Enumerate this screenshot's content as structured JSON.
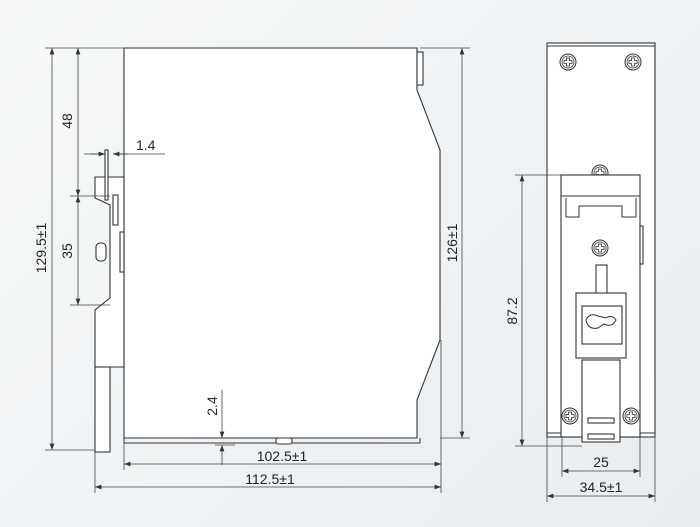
{
  "side_view": {
    "overall_height": "129.5±1",
    "top_to_rail": "48",
    "rail_width": "35",
    "clip_thickness": "1.4",
    "body_height": "126±1",
    "bottom_gap": "2.4",
    "body_depth": "102.5±1",
    "overall_depth": "112.5±1"
  },
  "front_view": {
    "clip_height": "87.2",
    "clip_width": "25",
    "overall_width": "34.5±1"
  }
}
